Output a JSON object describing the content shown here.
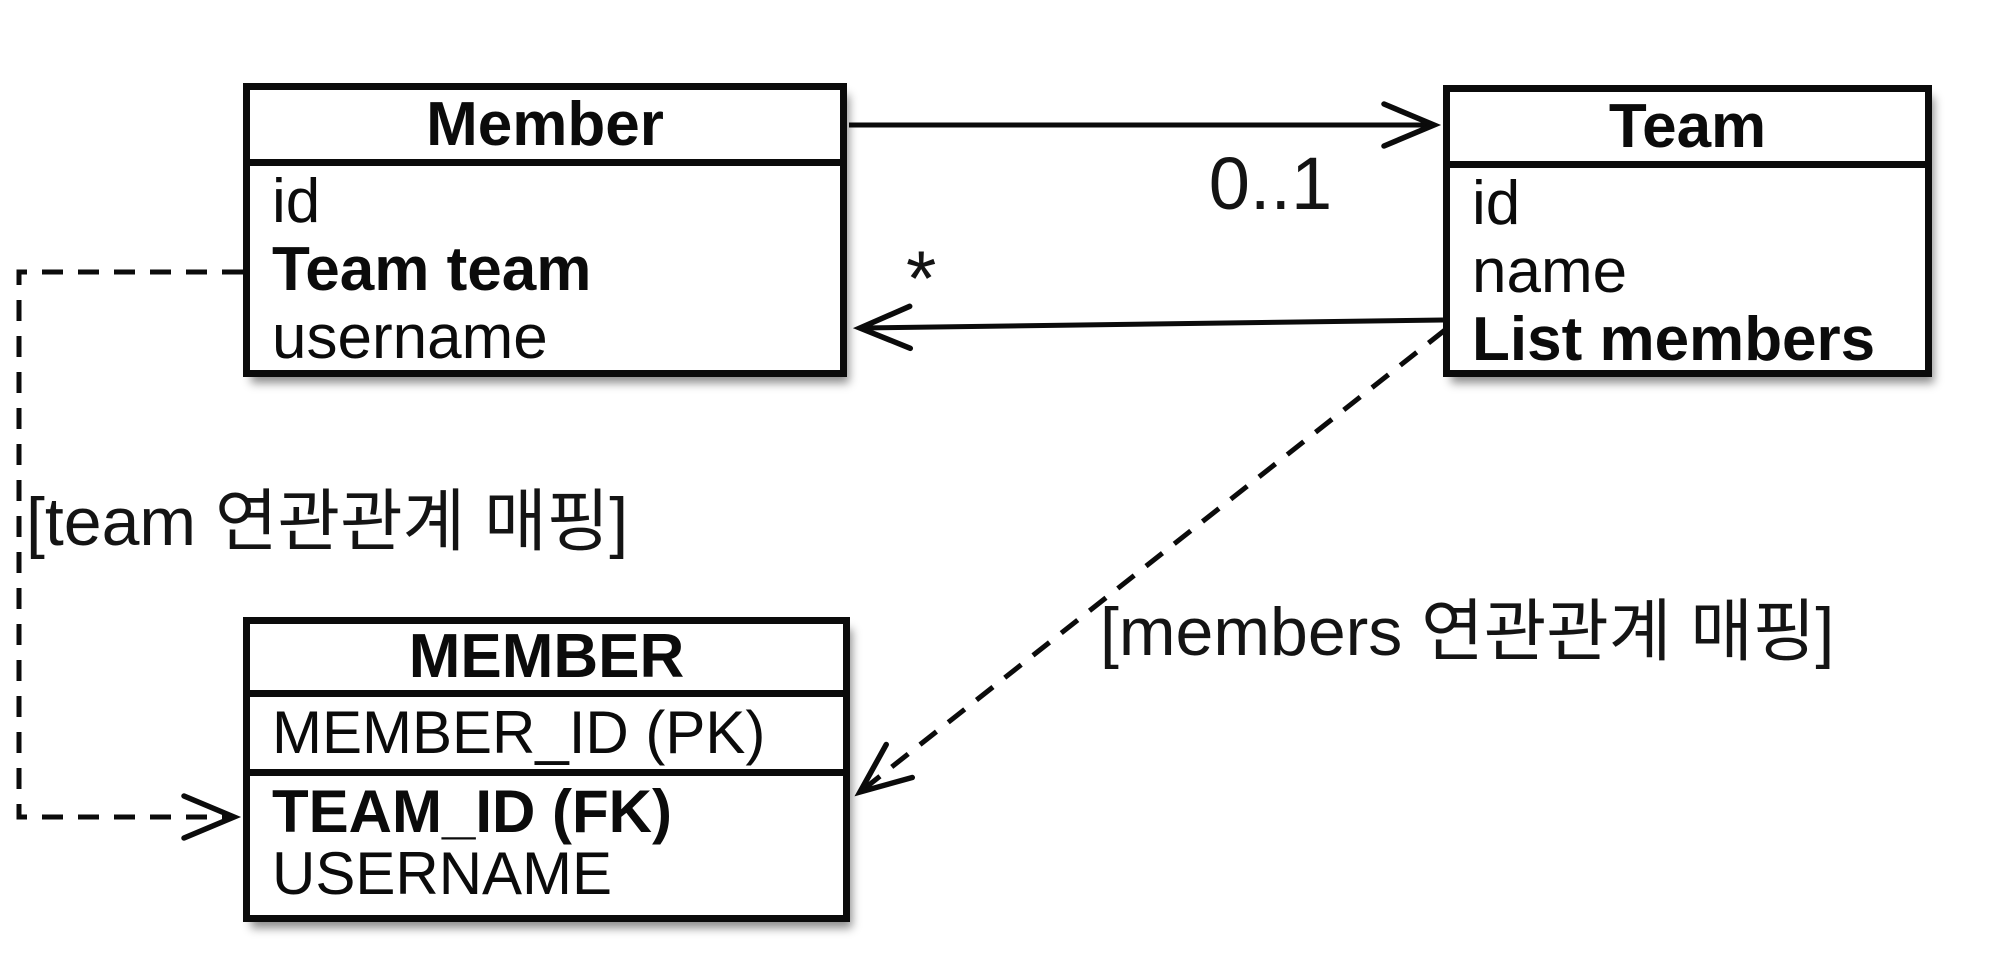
{
  "colors": {
    "background": "#ffffff",
    "line": "#0b0b0b",
    "box_fill": "#ffffff"
  },
  "object_model": {
    "member_class": {
      "title": "Member",
      "fields": [
        "id",
        "Team team",
        "username"
      ]
    },
    "team_class": {
      "title": "Team",
      "fields": [
        "id",
        "name",
        "List members"
      ]
    }
  },
  "relational_model": {
    "member_table": {
      "title": "MEMBER",
      "primary_key_row": "MEMBER_ID (PK)",
      "rows": [
        "TEAM_ID (FK)",
        "USERNAME"
      ]
    }
  },
  "annotations": {
    "member_to_team_multiplicity": "0..1",
    "team_to_member_multiplicity": "*",
    "team_mapping_label": "[team 연관관계 매핑]",
    "members_mapping_label": "[members 연관관계 매핑]"
  }
}
